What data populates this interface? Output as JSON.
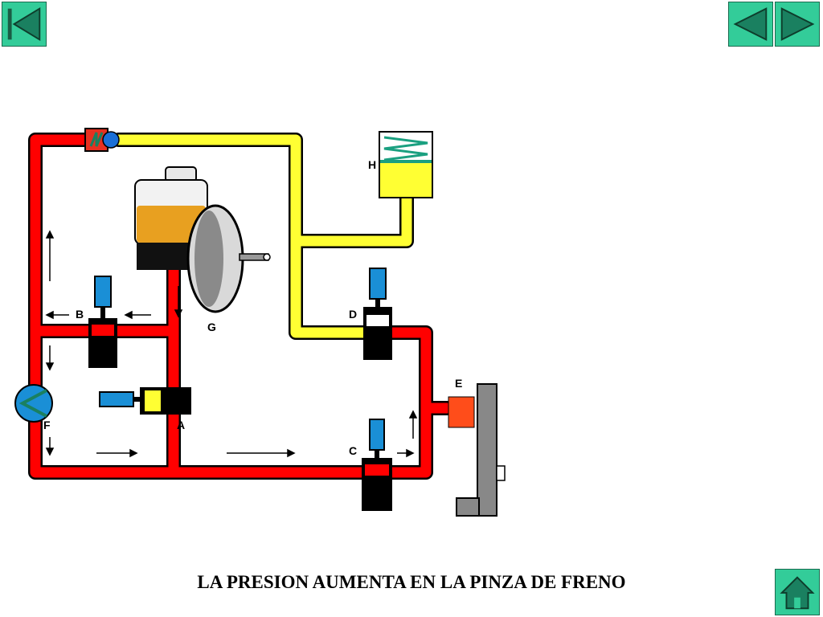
{
  "caption": "LA PRESION AUMENTA EN LA PINZA DE FRENO",
  "navigation": {
    "first_icon": "first-slide-icon",
    "prev_icon": "previous-slide-icon",
    "next_icon": "next-slide-icon",
    "home_icon": "home-icon"
  },
  "diagram": {
    "labels": {
      "A": "A",
      "B": "B",
      "C": "C",
      "D": "D",
      "E": "E",
      "F": "F",
      "G": "G",
      "H": "H"
    }
  },
  "colors": {
    "high_pressure_line": "#ff0000",
    "low_pressure_line": "#ffff33",
    "button_fill": "#33cc99",
    "valve_actuator": "#1a8fd6",
    "fluid": "#e8a020"
  }
}
